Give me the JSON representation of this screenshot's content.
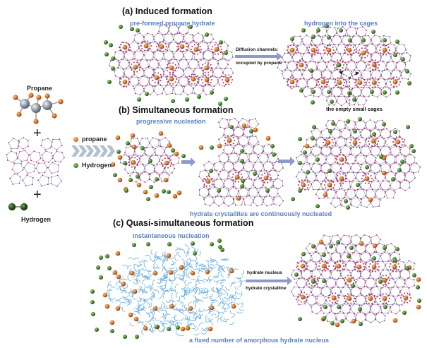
{
  "colors": {
    "propane": "#d8782a",
    "hydrogen": "#4a8a2e",
    "hydrogen_dark": "#2f5a22",
    "cage_edge": "#8a8fbf",
    "cage_node": "#b0305a",
    "amorphous": "#5ba4d8",
    "arrow": "#8f99cc",
    "chevron": "#b4bfd0",
    "carbon": "#9aa3ad",
    "subtitle_blue": "#5a7fc4"
  },
  "reactants": {
    "propane_label": "Propane",
    "plus_1": "+",
    "plus_2": "+",
    "hydrogen_label": "Hydrogen"
  },
  "legend": {
    "items": [
      {
        "icon": "propane-sphere-icon",
        "label": "propane"
      },
      {
        "icon": "hydrogen-sphere-icon",
        "label": "Hydrogen"
      }
    ]
  },
  "panel_a": {
    "title": "(a) Induced formation",
    "left_caption": "pre-formed propane hydrate",
    "right_caption": "hydrogen into the cages",
    "arrow_label_top": "Diffusion channels:",
    "arrow_label_bottom": "occupied by propane",
    "annotation": "the empty small cages"
  },
  "panel_b": {
    "title": "(b) Simultaneous formation",
    "caption_top": "progressive nucleation",
    "caption_bottom": "hydrate crystallites are continuously nucleated"
  },
  "panel_c": {
    "title": "(c) Quasi-simultaneous formation",
    "caption_top": "instantaneous nucleation",
    "arrow_label_top": "hydrate nucleus",
    "arrow_label_bottom": "hydrate crystalline",
    "caption_bottom": "a fixed number of amorphous hydrate nucleus"
  }
}
